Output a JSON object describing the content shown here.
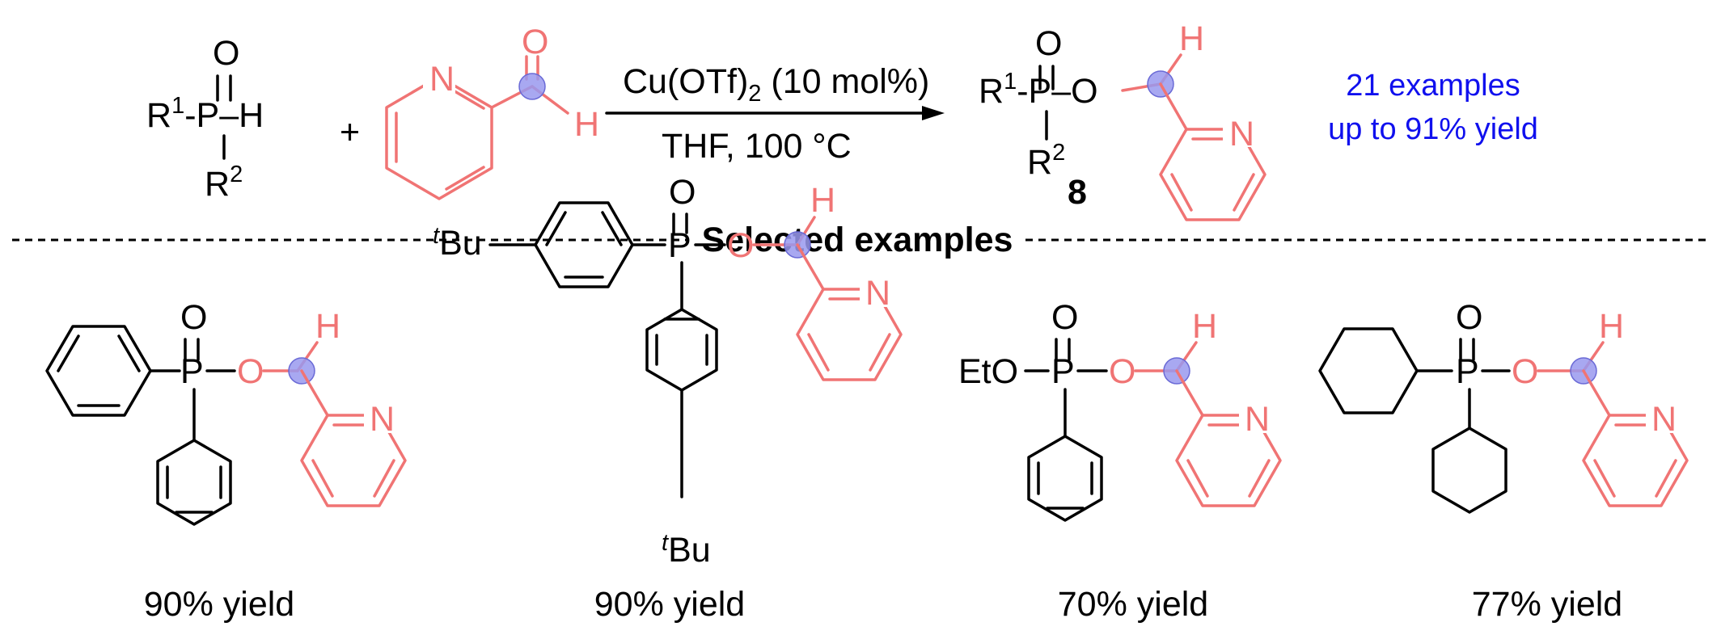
{
  "reaction": {
    "reactant1": {
      "r1": "R",
      "r1_sup": "1",
      "p": "-P",
      "h": "–H",
      "o": "O",
      "r2": "R",
      "r2_sup": "2"
    },
    "plus": "+",
    "aldehyde": {
      "n": "N",
      "o": "O",
      "h": "H"
    },
    "conditions": {
      "catalyst": "Cu(OTf)",
      "catalyst_sub": "2",
      "catalyst_loading": " (10 mol%)",
      "solvent_temp": "THF,  100 °C"
    },
    "product": {
      "r1": "R",
      "r1_sup": "1",
      "p": "-P",
      "o_double": "O",
      "o_link": "–O",
      "h": "H",
      "r2": "R",
      "r2_sup": "2",
      "n": "N",
      "label": "8"
    },
    "scope_note": [
      "21 examples",
      "up to 91% yield"
    ]
  },
  "divider_label": "Selected examples",
  "examples": [
    {
      "p": "P",
      "o": "O",
      "o_link": "O",
      "h": "H",
      "n": "N",
      "yield": "90% yield"
    },
    {
      "p": "P",
      "o": "O",
      "o_link": "O",
      "h": "H",
      "n": "N",
      "tbu_top_sup": "t",
      "tbu_top": "Bu",
      "tbu_bottom_sup": "t",
      "tbu_bottom": "Bu",
      "yield": "90% yield"
    },
    {
      "eto": "EtO",
      "p": "P",
      "o": "O",
      "o_link": "O",
      "h": "H",
      "n": "N",
      "yield": "70% yield"
    },
    {
      "p": "P",
      "o": "O",
      "o_link": "O",
      "h": "H",
      "n": "N",
      "yield": "77% yield"
    }
  ],
  "colors": {
    "black": "#000000",
    "red": "#f07474",
    "blue": "#1010ee",
    "highlight": "#9999ee"
  }
}
